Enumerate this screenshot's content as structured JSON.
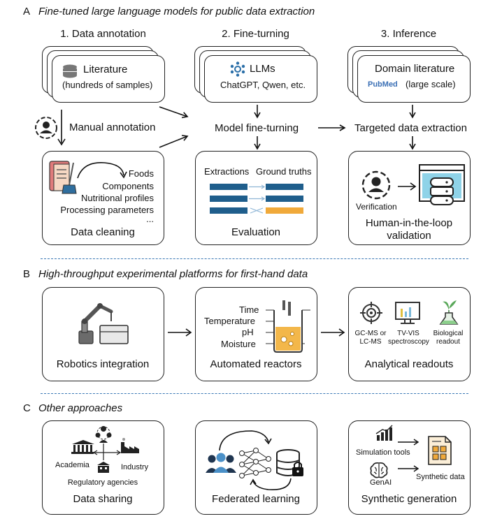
{
  "section_a": {
    "letter": "A",
    "title": "Fine-tuned large language models for public data extraction",
    "steps": [
      "1. Data annotation",
      "2. Fine-turning",
      "3. Inference"
    ],
    "literature": {
      "title": "Literature",
      "subtitle": "(hundreds of samples)"
    },
    "llms": {
      "title": "LLMs",
      "subtitle": "ChatGPT, Qwen, etc."
    },
    "domain": {
      "title": "Domain literature",
      "logo": "PubMed",
      "subtitle": "(large scale)"
    },
    "manual_annotation": "Manual annotation",
    "model_finetuning": "Model fine-turning",
    "targeted_extraction": "Targeted data extraction",
    "cleaning": {
      "items": [
        "Foods",
        "Components",
        "Nutritional profiles",
        "Processing parameters",
        "..."
      ],
      "label": "Data cleaning"
    },
    "evaluation": {
      "col1": "Extractions",
      "col2": "Ground truths",
      "label": "Evaluation"
    },
    "validation": {
      "verification": "Verification",
      "label_line1": "Human-in-the-loop",
      "label_line2": "validation"
    }
  },
  "section_b": {
    "letter": "B",
    "title": "High-throughput experimental platforms for first-hand data",
    "robotics": "Robotics integration",
    "reactors": {
      "params": [
        "Time",
        "Temperature",
        "pH",
        "Moisture"
      ],
      "label": "Automated reactors"
    },
    "readouts": {
      "items": [
        {
          "line1": "GC-MS or",
          "line2": "LC-MS"
        },
        {
          "line1": "TV-VIS",
          "line2": "spectroscopy"
        },
        {
          "line1": "Biological",
          "line2": "readout"
        }
      ],
      "label": "Analytical readouts"
    }
  },
  "section_c": {
    "letter": "C",
    "title": "Other approaches",
    "sharing": {
      "academia": "Academia",
      "industry": "Industry",
      "regulatory": "Regulatory agencies",
      "label": "Data sharing"
    },
    "federated": {
      "label": "Federated learning"
    },
    "synthetic": {
      "simulation": "Simulation tools",
      "genai": "GenAI",
      "output": "Synthetic data",
      "label": "Synthetic generation"
    }
  },
  "colors": {
    "accent_blue": "#1f5e8c",
    "accent_orange": "#f0a93a",
    "dash_blue": "#3a78b5",
    "screen_cyan": "#8fd3e8"
  },
  "icons": [
    "database-icon",
    "network-icon",
    "pubmed-logo",
    "person-verify-icon",
    "cleaning-icon",
    "server-icon",
    "robot-arm-icon",
    "beaker-icon",
    "target-icon",
    "monitor-chart-icon",
    "flask-plant-icon",
    "institution-icon",
    "factory-icon",
    "group-icon",
    "neural-net-icon",
    "locked-database-icon",
    "bar-chart-icon",
    "brain-icon",
    "document-icon"
  ]
}
